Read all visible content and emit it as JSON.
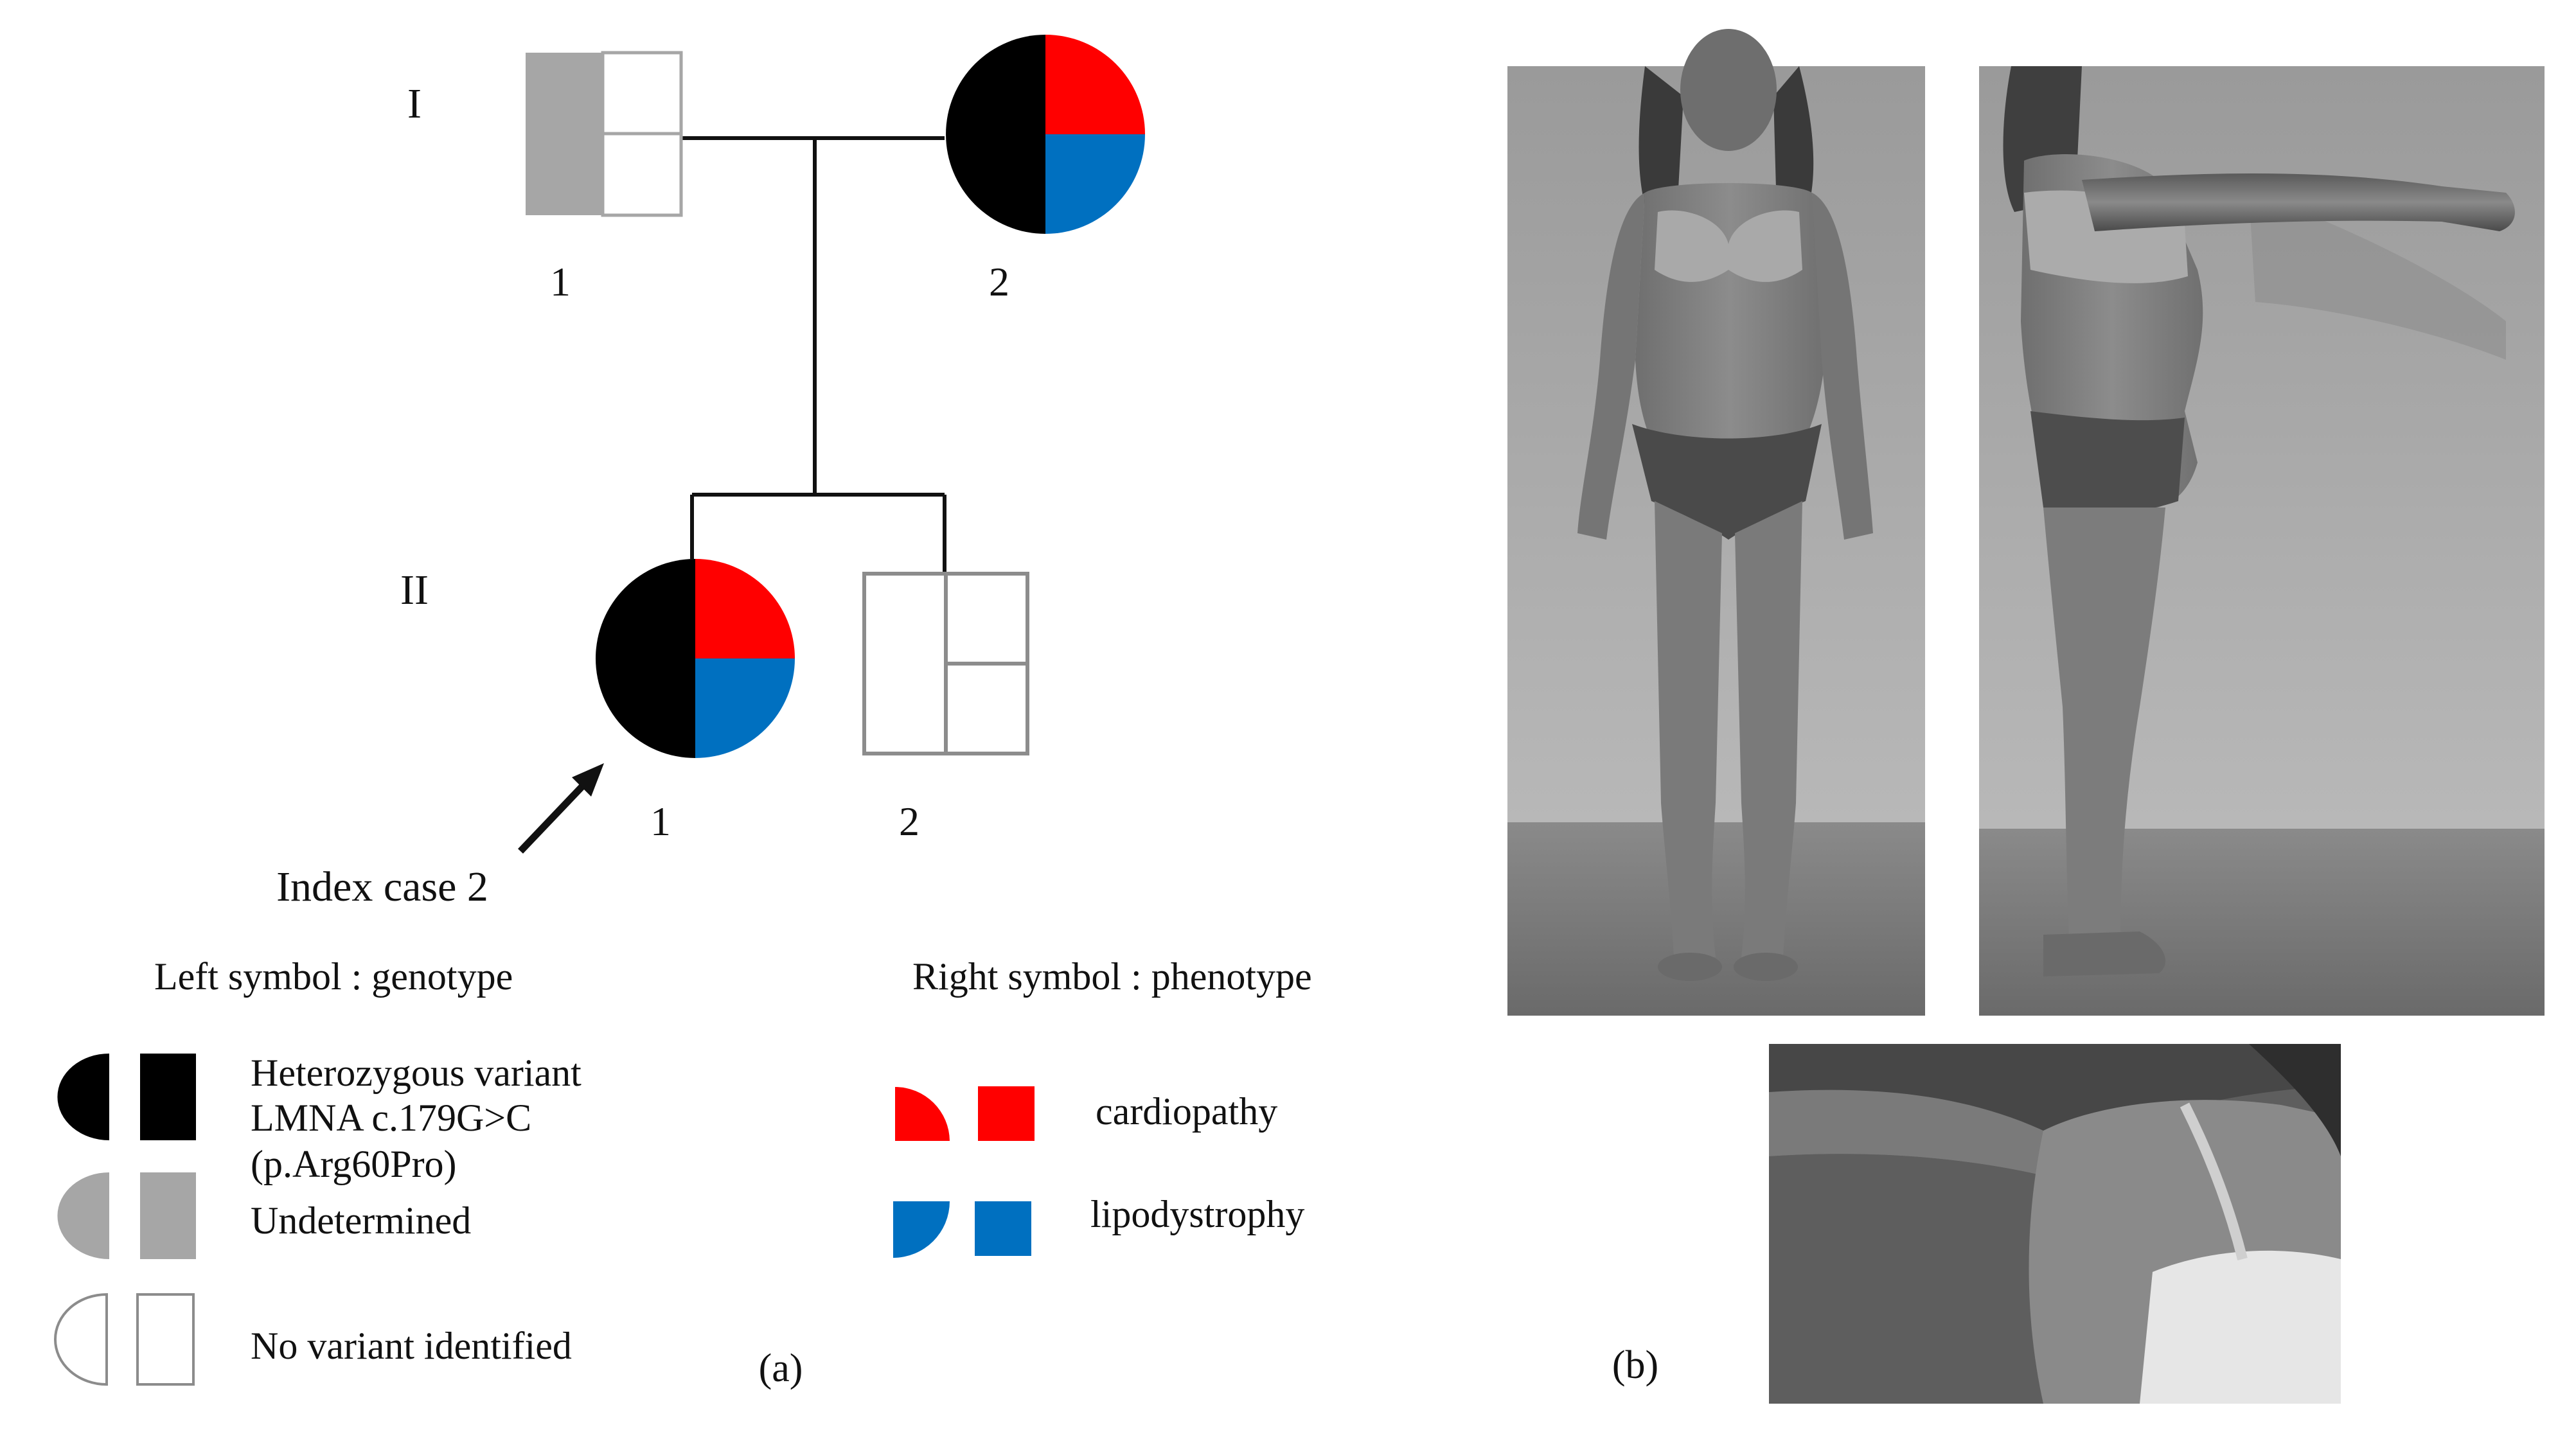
{
  "pedigree": {
    "generations": {
      "gen1": "I",
      "gen2": "II"
    },
    "individuals": {
      "I-1": {
        "number": "1",
        "sex": "male",
        "genotype": "undetermined",
        "phenotype": []
      },
      "I-2": {
        "number": "2",
        "sex": "female",
        "genotype": "heterozygous",
        "phenotype": [
          "cardiopathy",
          "lipodystrophy"
        ]
      },
      "II-1": {
        "number": "1",
        "sex": "female",
        "genotype": "heterozygous",
        "phenotype": [
          "cardiopathy",
          "lipodystrophy"
        ]
      },
      "II-2": {
        "number": "2",
        "sex": "male",
        "genotype": "no-variant",
        "phenotype": []
      }
    },
    "index_label": "Index case 2",
    "panel_label": "(a)"
  },
  "legend": {
    "left_title": "Left symbol : genotype",
    "right_title": "Right symbol : phenotype",
    "heterozygous_line1": "Heterozygous variant",
    "heterozygous_line2": "LMNA c.179G>C",
    "heterozygous_line3": "(p.Arg60Pro)",
    "undetermined": "Undetermined",
    "no_variant": "No variant identified",
    "cardiopathy": "cardiopathy",
    "lipodystrophy": "lipodystrophy"
  },
  "photos": {
    "panel_label": "(b)",
    "items": [
      "frontal-view",
      "lateral-view",
      "axilla-close-up"
    ]
  },
  "colors": {
    "genotype_heterozygous": "#000000",
    "genotype_undetermined": "#a6a6a6",
    "genotype_none": "#ffffff",
    "cardiopathy": "#ff0000",
    "lipodystrophy": "#0070c0",
    "symbol_outline": "#8c8c8c"
  }
}
